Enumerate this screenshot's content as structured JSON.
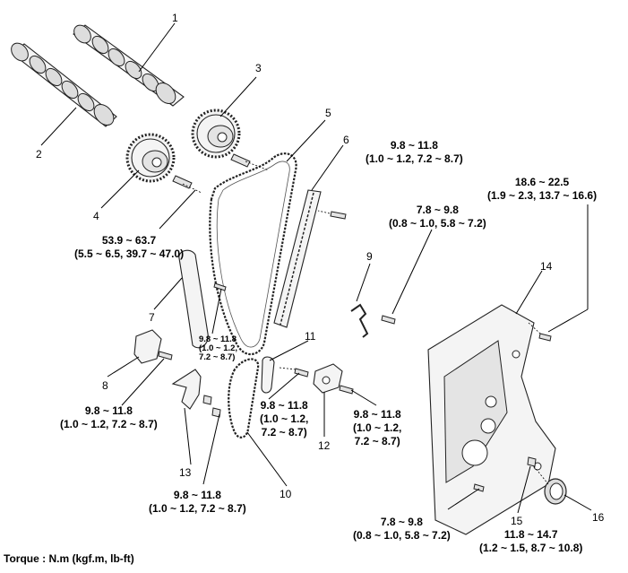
{
  "callouts": {
    "c1": "1",
    "c2": "2",
    "c3": "3",
    "c4": "4",
    "c5": "5",
    "c6": "6",
    "c7": "7",
    "c8": "8",
    "c9": "9",
    "c10": "10",
    "c11": "11",
    "c12": "12",
    "c13": "13",
    "c14": "14",
    "c15": "15",
    "c16": "16"
  },
  "torques": {
    "t_tensioner_arm_bolt": {
      "line1": "9.8 ~ 11.8",
      "line2": "(1.0 ~ 1.2, 7.2 ~ 8.7)"
    },
    "t_cover_bolt_upper": {
      "line1": "18.6 ~ 22.5",
      "line2": "(1.9 ~ 2.3, 13.7 ~ 16.6)"
    },
    "t_bracket_bolt": {
      "line1": "7.8 ~ 9.8",
      "line2": "(0.8 ~ 1.0, 5.8 ~ 7.2)"
    },
    "t_sprocket_bolt": {
      "line1": "53.9 ~ 63.7",
      "line2": "(5.5 ~ 6.5, 39.7 ~ 47.0)"
    },
    "t_guide_bolt": {
      "line1": "9.8 ~ 11.8",
      "line2": "(1.0 ~ 1.2,",
      "line3": "7.2 ~ 8.7)"
    },
    "t_tensioner_bolt": {
      "line1": "9.8 ~ 11.8",
      "line2": "(1.0 ~ 1.2, 7.2 ~ 8.7)"
    },
    "t_arm_bolt": {
      "line1": "9.8 ~ 11.8",
      "line2": "(1.0 ~ 1.2,",
      "line3": "7.2 ~ 8.7)"
    },
    "t_oil_tensioner_bolt": {
      "line1": "9.8 ~ 11.8",
      "line2": "(1.0 ~ 1.2,",
      "line3": "7.2 ~ 8.7)"
    },
    "t_lower_guide_bolt": {
      "line1": "9.8 ~ 11.8",
      "line2": "(1.0 ~ 1.2, 7.2 ~ 8.7)"
    },
    "t_cover_bolt_lower": {
      "line1": "7.8 ~ 9.8",
      "line2": "(0.8 ~ 1.0, 5.8 ~ 7.2)"
    },
    "t_plug": {
      "line1": "11.8 ~ 14.7",
      "line2": "(1.2 ~ 1.5, 8.7 ~ 10.8)"
    }
  },
  "torque_unit_note": "Torque : N.m (kgf.m, lb-ft)"
}
